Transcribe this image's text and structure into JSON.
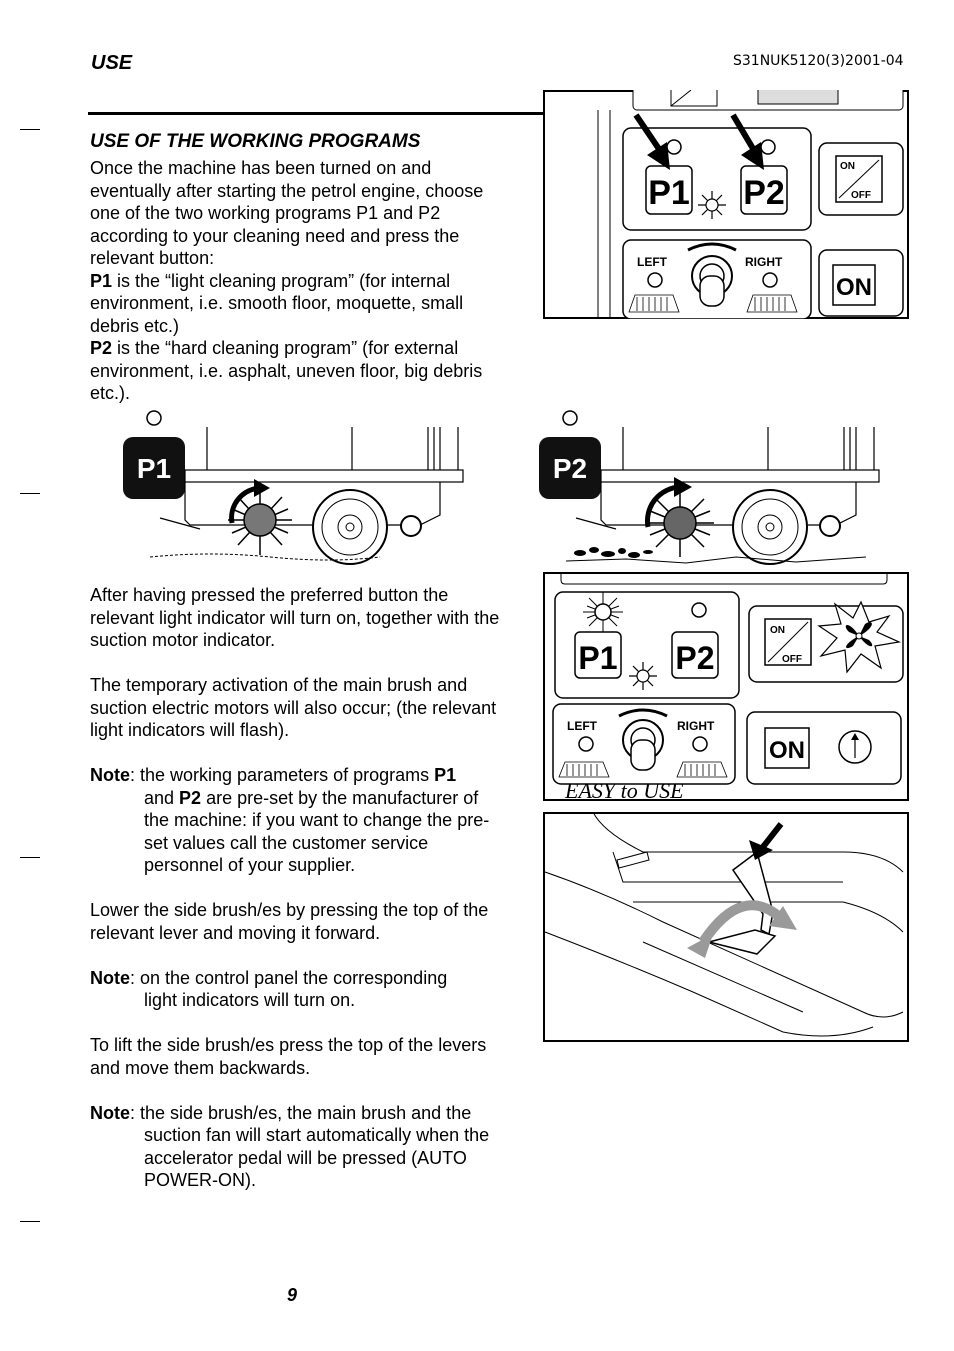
{
  "header": {
    "section": "USE",
    "doc_code": "S31NUK5120(3)2001-04"
  },
  "section_title": "USE OF THE WORKING PROGRAMS",
  "intro": "Once the machine has been turned on and eventually after starting the petrol engine, choose one of the two working programs P1 and P2 according to your cleaning need and press the relevant button:",
  "p1_def": {
    "label": "P1",
    "text": " is the “light cleaning program” (for internal environment, i.e. smooth floor, moquette, small debris etc.)"
  },
  "p2_def": {
    "label": "P2",
    "text": " is the “hard cleaning program” (for external environment, i.e. asphalt, uneven floor, big debris etc.)."
  },
  "para_after": "After having pressed the preferred button the relevant light indicator will turn on, together with the suction motor indicator.",
  "para_temp": "The temporary activation of the main brush and suction electric motors will also occur; (the relevant light indicators will flash).",
  "note1": {
    "label": "Note",
    "t1": ": the working parameters of programs ",
    "b1": "P1",
    "t2": "and ",
    "b2": "P2",
    "t3": " are pre-set by the manufacturer of the machine: if you want to change the pre-set values call the customer service personnel of your supplier."
  },
  "para_lower": "Lower the side brush/es by pressing the top of the relevant lever and moving it forward.",
  "note2": {
    "label": "Note",
    "text": ": on the control panel the corresponding",
    "cont": "light indicators will turn on."
  },
  "para_lift": "To lift the side brush/es press the top of the levers and move them backwards.",
  "note3": {
    "label": "Note",
    "text": ": the side brush/es, the main brush and the",
    "cont": "suction fan will start automatically when the accelerator pedal will be pressed (AUTO POWER-ON)."
  },
  "page_number": "9",
  "panel_top": {
    "p1": "P1",
    "p2": "P2",
    "on_small": "ON",
    "off_small": "OFF",
    "left": "LEFT",
    "right": "RIGHT",
    "on_big": "ON"
  },
  "brush_left": {
    "badge": "P1"
  },
  "brush_right": {
    "badge": "P2"
  },
  "panel_mid": {
    "p1": "P1",
    "p2": "P2",
    "on_small": "ON",
    "off_small": "OFF",
    "left": "LEFT",
    "right": "RIGHT",
    "on_big": "ON",
    "caption": "EASY to USE"
  },
  "colors": {
    "ink": "#000000",
    "badge": "#111111",
    "arrow_grey": "#9a9a9a"
  }
}
